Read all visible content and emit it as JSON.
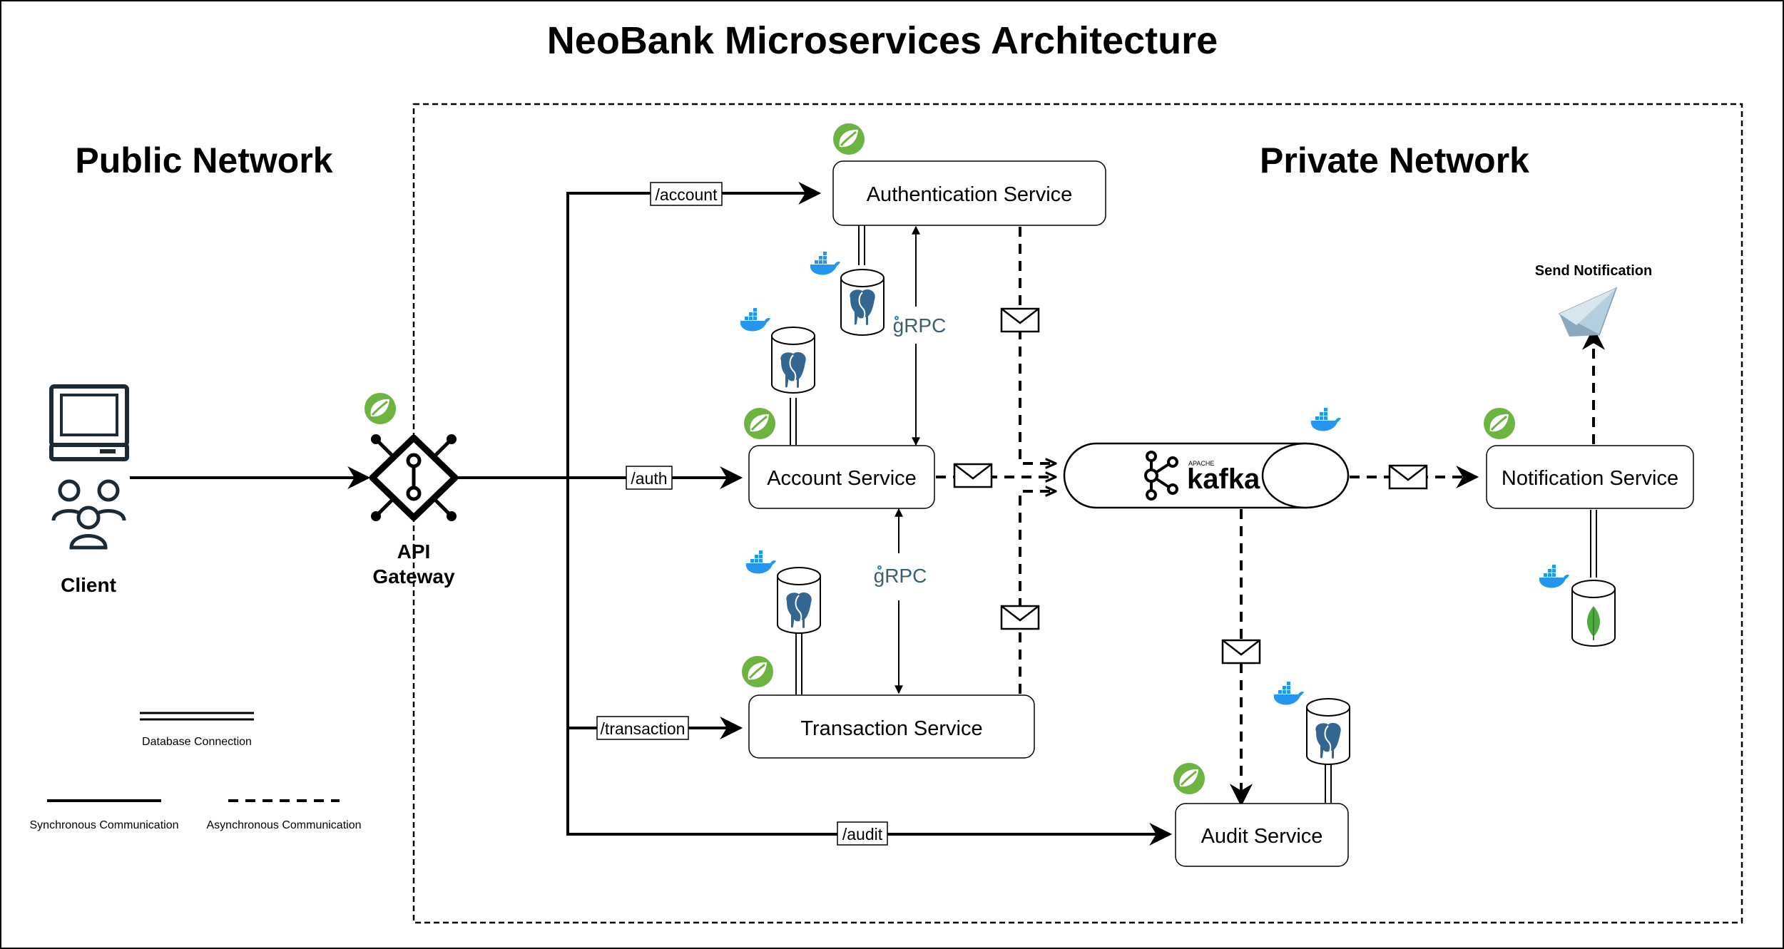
{
  "title": "NeoBank Microservices Architecture",
  "networks": {
    "public": "Public Network",
    "private": "Private Network"
  },
  "client": {
    "label": "Client"
  },
  "gateway": {
    "label_line1": "API",
    "label_line2": "Gateway"
  },
  "routes": {
    "account": "/account",
    "auth": "/auth",
    "transaction": "/transaction",
    "audit": "/audit"
  },
  "services": {
    "authentication": "Authentication Service",
    "account": "Account Service",
    "transaction": "Transaction Service",
    "notification": "Notification Service",
    "audit": "Audit Service"
  },
  "grpc": {
    "upper": "gRPC",
    "lower": "gRPC"
  },
  "notification": {
    "send_label": "Send Notification"
  },
  "kafka": {
    "label": "kafka",
    "tag": "APACHE"
  },
  "legend": {
    "db_connection": "Database Connection",
    "sync": "Synchronous Communication",
    "async": "Asynchronous Communication"
  },
  "colors": {
    "spring": "#6db33f",
    "docker": "#2496ed",
    "postgres": "#336791",
    "mongo": "#4faa41",
    "envelope": "#9db7cc"
  },
  "icons": [
    "spring-icon",
    "docker-icon",
    "postgres-icon",
    "mongodb-icon",
    "kafka-icon",
    "computer-icon",
    "users-icon",
    "gateway-icon",
    "envelope-icon",
    "mail-icon"
  ]
}
